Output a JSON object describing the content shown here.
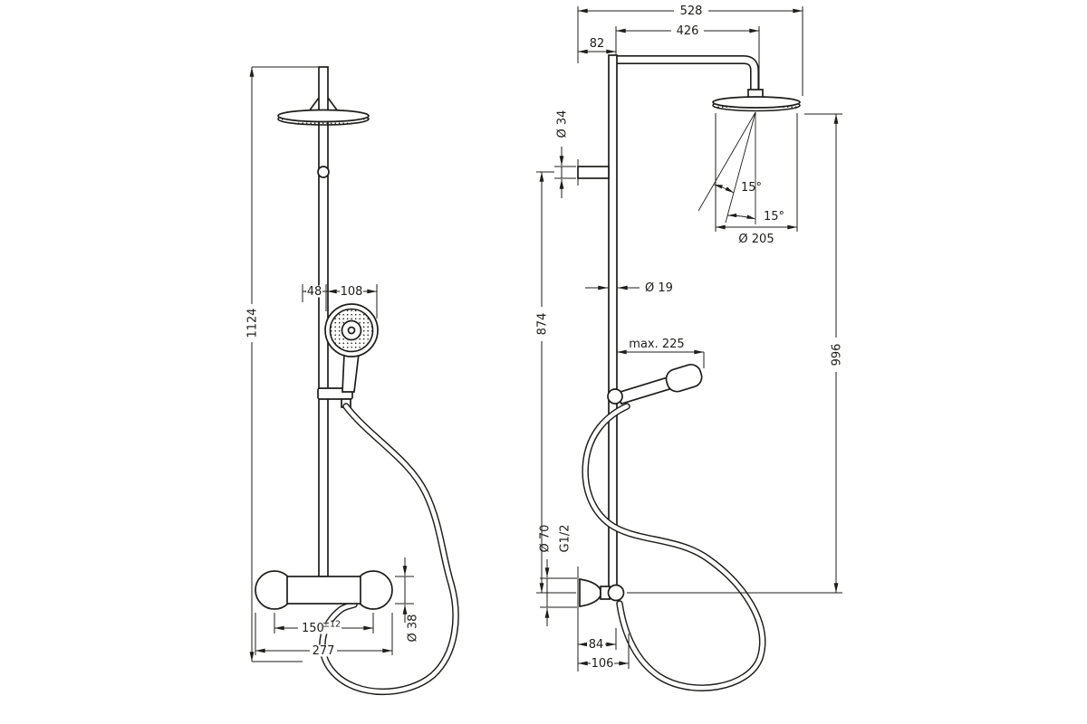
{
  "background": "#ffffff",
  "ink": "#1d1d1b",
  "views": {
    "front": {
      "dims": {
        "total_height": "1124",
        "handshower_offset": "48",
        "handshower_width": "108",
        "valve_center_distance": "150",
        "valve_center_tolerance": "±12",
        "valve_overall_width": "277",
        "valve_body_diameter": "Ø 38"
      }
    },
    "side": {
      "dims": {
        "overall_projection": "528",
        "arm_projection": "426",
        "wall_to_riser": "82",
        "bracket_diameter": "Ø 34",
        "riser_length": "874",
        "riser_diameter": "Ø 19",
        "holder_max_reach": "max. 225",
        "tilt_angle_outer": "15°",
        "tilt_angle_inner": "15°",
        "overhead_diameter": "Ø 205",
        "overall_height": "996",
        "escutcheon_diameter": "Ø 70",
        "connection_thread": "G1/2",
        "wall_to_outlet": "84",
        "wall_to_hose": "106"
      }
    }
  }
}
